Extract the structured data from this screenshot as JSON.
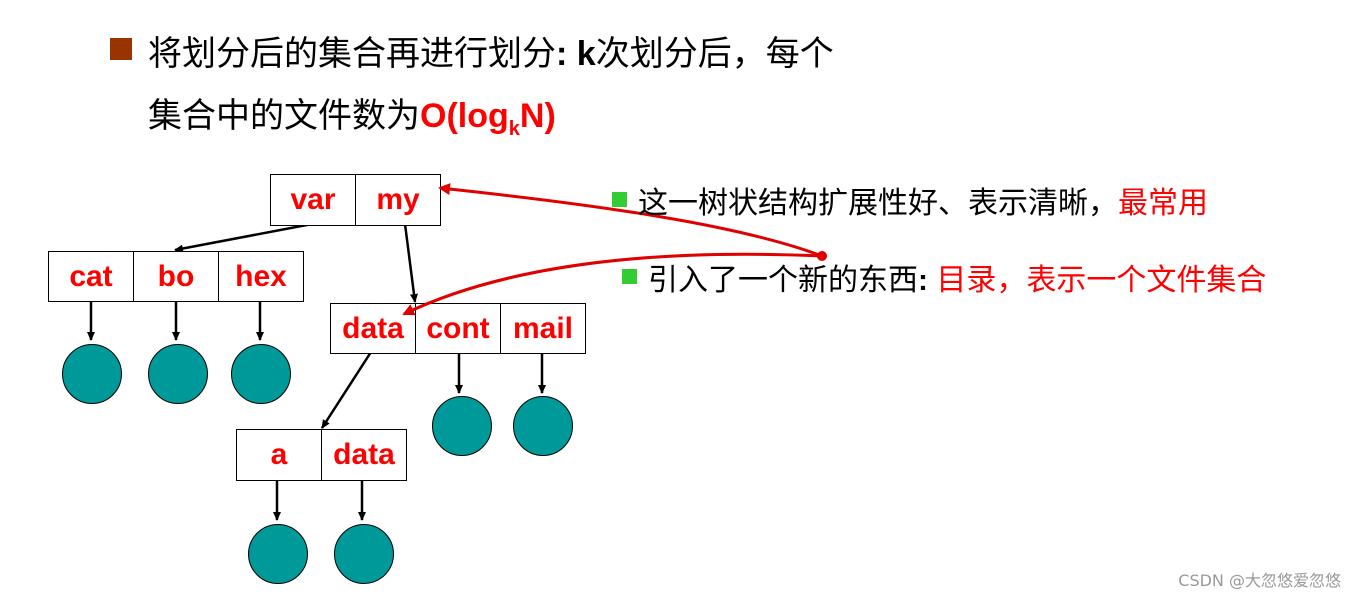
{
  "heading": {
    "line1_prefix": "将划分后的集合再进行划分",
    "line1_colon": ": ",
    "line1_k": "k",
    "line1_suffix": "次划分后，每个",
    "line2_prefix": "集合中的文件数为",
    "line2_formula_a": "O(log",
    "line2_formula_sub": "k",
    "line2_formula_b": "N)"
  },
  "tree": {
    "root": [
      "var",
      "my"
    ],
    "var_children": [
      "cat",
      "bo",
      "hex"
    ],
    "my_children": [
      "data",
      "cont",
      "mail"
    ],
    "data_children": [
      "a",
      "data"
    ]
  },
  "notes": {
    "note1_prefix": "这一树状结构扩展性好、表示清晰，",
    "note1_red": "最常用",
    "note2_prefix": "引入了一个新的东西",
    "note2_colon": ": ",
    "note2_red": "目录，表示一个文件集合"
  },
  "colors": {
    "label": "#ff0000",
    "leaf": "#009999",
    "bullet_main": "#993300",
    "bullet_side": "#33cc33",
    "arrow_red": "#e00000"
  },
  "watermark": "CSDN @大忽悠爱忽悠"
}
